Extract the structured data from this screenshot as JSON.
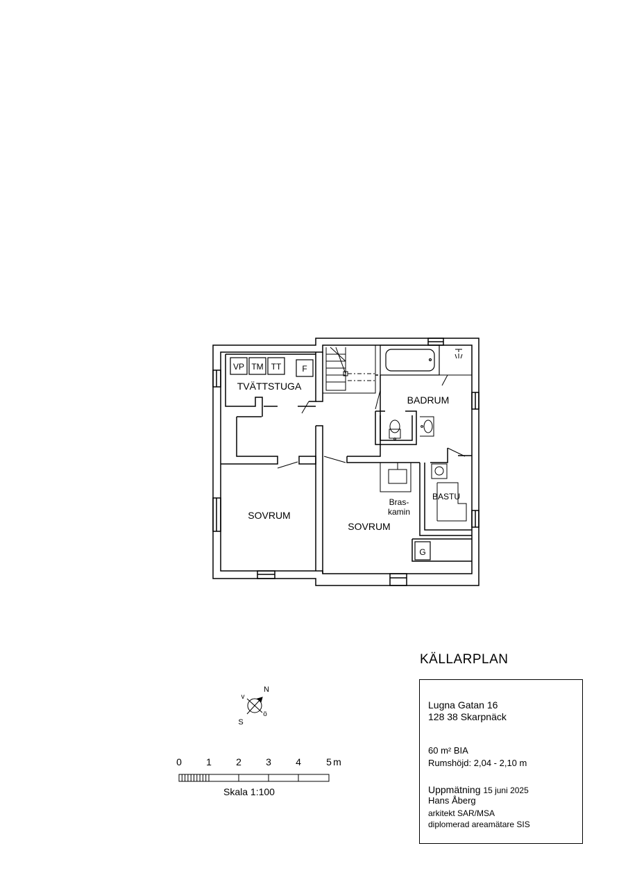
{
  "plan": {
    "rooms": {
      "tvattstuga": "TVÄTTSTUGA",
      "badrum": "BADRUM",
      "bastu": "BASTU",
      "sovrum_left": "SOVRUM",
      "sovrum_right": "SOVRUM"
    },
    "appliances": {
      "vp": "VP",
      "tm": "TM",
      "tt": "TT",
      "f": "F",
      "g": "G"
    },
    "braskamin": {
      "line1": "Bras-",
      "line2": "kamin"
    }
  },
  "title": "KÄLLARPLAN",
  "info": {
    "address_line1": "Lugna Gatan 16",
    "address_line2": "128 38 Skarpnäck",
    "area": "60 m² BIA",
    "room_height": "Rumshöjd: 2,04 - 2,10 m",
    "measurement_label": "Uppmätning",
    "measurement_date": "15 juni 2025",
    "surveyor_name": "Hans Åberg",
    "surveyor_title": "arkitekt SAR/MSA",
    "surveyor_cert": "diplomerad areamätare SIS"
  },
  "compass": {
    "north": "N",
    "south": "S",
    "west": "v",
    "east": "ö"
  },
  "scale_bar": {
    "tick_labels": [
      "0",
      "1",
      "2",
      "3",
      "4",
      "5"
    ],
    "unit": "m",
    "caption": "Skala 1:100"
  }
}
